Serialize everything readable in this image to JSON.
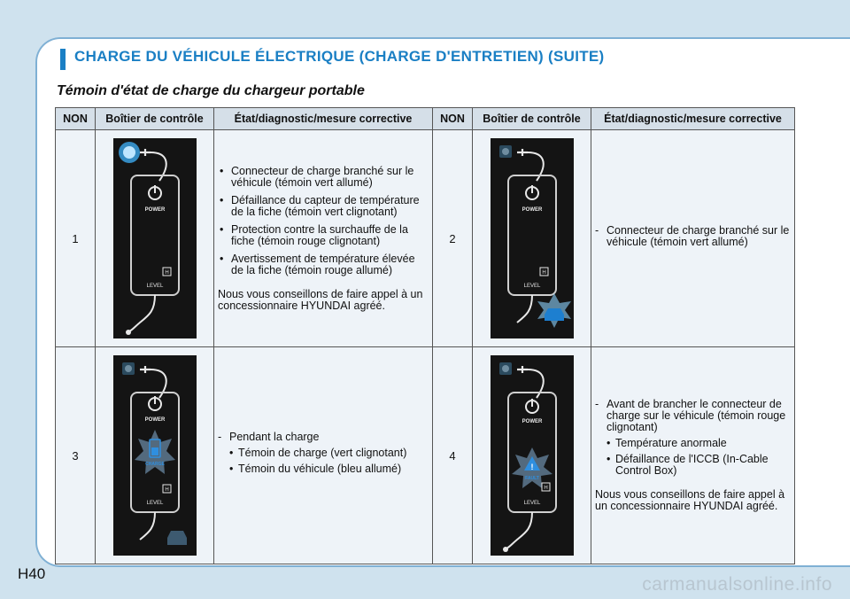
{
  "title": "CHARGE DU VÉHICULE ÉLECTRIQUE (CHARGE D'ENTRETIEN) (SUITE)",
  "subtitle": "Témoin d'état de charge du chargeur portable",
  "headers": [
    "NON",
    "Boîtier de contrôle",
    "État/diagnostic/mesure corrective",
    "NON",
    "Boîtier de contrôle",
    "État/diagnostic/mesure corrective"
  ],
  "rows": [
    {
      "num": "1",
      "bullets": [
        "Connecteur de charge branché sur le véhicule (témoin vert allumé)",
        "Défaillance du capteur de température de la fiche (témoin vert clignotant)",
        "Protection contre la surchauffe de la fiche (témoin rouge clignotant)",
        "Avertissement de température élevée de la fiche (témoin rouge allumé)"
      ],
      "note": "Nous vous conseillons de faire appel à un concessionnaire HYUNDAI agréé."
    },
    {
      "num": "2",
      "dash": "Connecteur de charge branché sur le véhicule (témoin vert allumé)"
    },
    {
      "num": "3",
      "dash": "Pendant la charge",
      "sub": [
        "Témoin de charge (vert clignotant)",
        "Témoin du véhicule (bleu allumé)"
      ]
    },
    {
      "num": "4",
      "dash": "Avant de brancher le connecteur de charge sur le véhicule (témoin rouge clignotant)",
      "sub": [
        "Température anormale",
        "Défaillance de l'ICCB (In-Cable Control Box)"
      ],
      "note": "Nous vous conseillons de faire appel à un concessionnaire HYUNDAI agréé."
    }
  ],
  "device": {
    "power": "POWER",
    "level": "LEVEL",
    "h": "H",
    "charge": "CHARGE",
    "fault": "FAULT"
  },
  "page_number": "H40",
  "watermark": "carmanualsonline.info",
  "colors": {
    "accent": "#1a7fc4",
    "border": "#7fb0d4",
    "background": "#cfe2ee"
  }
}
